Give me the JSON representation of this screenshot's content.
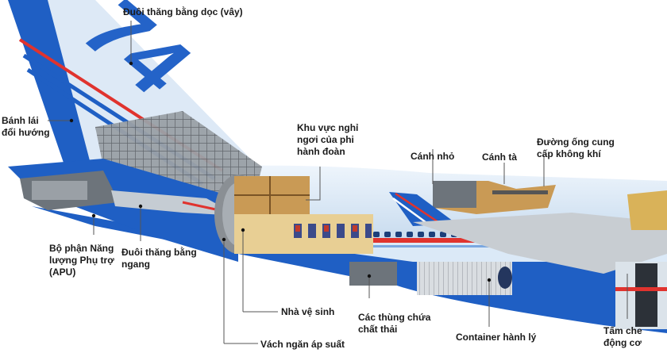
{
  "diagram": {
    "subject": "Boeing 747 rear fuselage cutaway",
    "tail_lettering": "74",
    "colors": {
      "fuselage_blue": "#1f5fc4",
      "dark_blue": "#0d3f9a",
      "light_sky": "#dbe9f7",
      "stripe_red": "#e0332e",
      "structure_gray": "#8a8f94",
      "interior_tan": "#c99a55",
      "background": "#ffffff"
    },
    "labels": [
      {
        "id": "vertical-stabilizer",
        "lines": [
          "Đuôi thăng bằng dọc (vây)"
        ]
      },
      {
        "id": "rudder",
        "lines": [
          "Bánh lái",
          "đổi hướng"
        ]
      },
      {
        "id": "crew-rest",
        "lines": [
          "Khu vực nghỉ",
          "ngơi của phi",
          "hành đoàn"
        ]
      },
      {
        "id": "winglet",
        "lines": [
          "Cánh nhỏ"
        ]
      },
      {
        "id": "flap",
        "lines": [
          "Cánh tà"
        ]
      },
      {
        "id": "air-duct",
        "lines": [
          "Đường ống cung",
          "cấp không khí"
        ]
      },
      {
        "id": "apu",
        "lines": [
          "Bộ phận Năng",
          "lượng Phụ trợ",
          "(APU)"
        ]
      },
      {
        "id": "horizontal-stabilizer",
        "lines": [
          "Đuôi thăng bằng",
          "ngang"
        ]
      },
      {
        "id": "lavatory",
        "lines": [
          "Nhà vệ sinh"
        ]
      },
      {
        "id": "waste-tanks",
        "lines": [
          "Các thùng chứa",
          "chất thải"
        ]
      },
      {
        "id": "baggage-container",
        "lines": [
          "Container hành lý"
        ]
      },
      {
        "id": "pressure-bulkhead",
        "lines": [
          "Vách ngăn áp suất"
        ]
      },
      {
        "id": "engine-cowling",
        "lines": [
          "Tấm che",
          "động cơ"
        ]
      }
    ]
  }
}
